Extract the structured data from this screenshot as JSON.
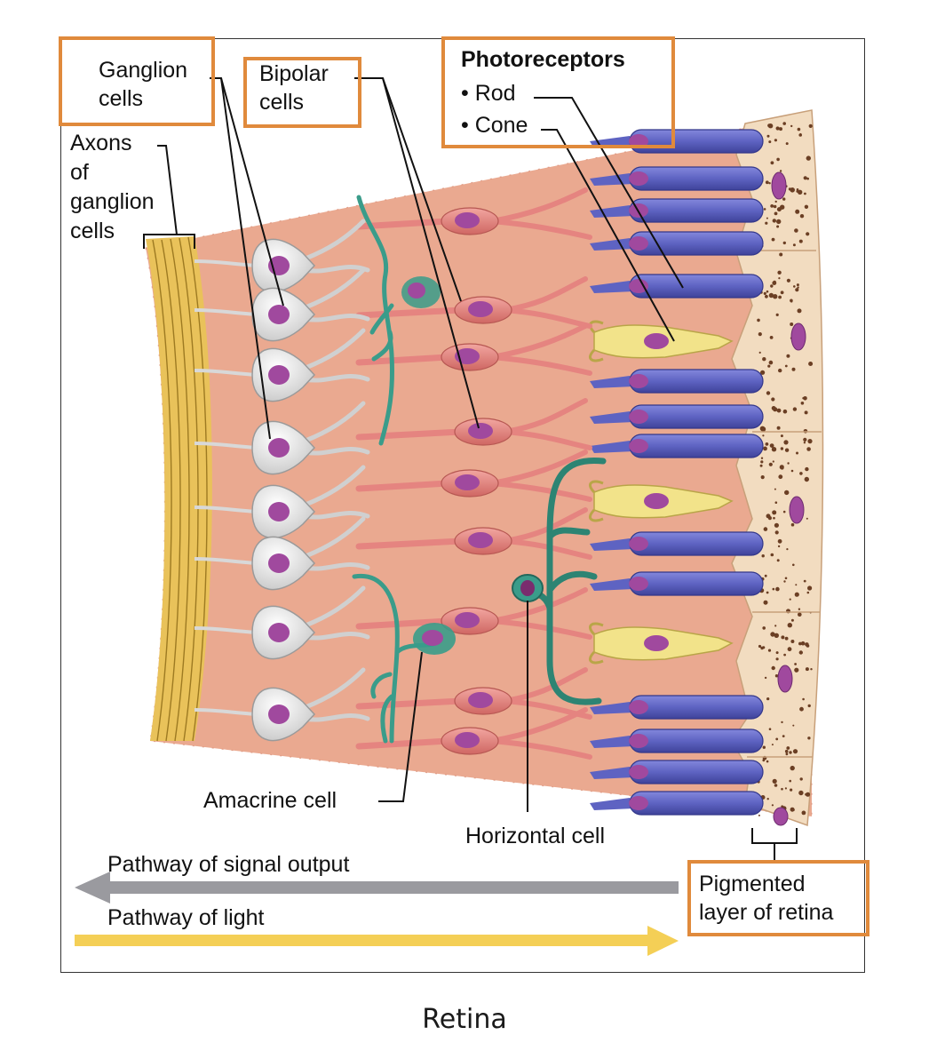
{
  "title": "Retina",
  "labels": {
    "ganglion_cells": [
      "Ganglion",
      "cells"
    ],
    "bipolar_cells": [
      "Bipolar",
      "cells"
    ],
    "photoreceptors": "Photoreceptors",
    "rod": "• Rod",
    "cone": "• Cone",
    "axons": [
      "Axons",
      "of",
      "ganglion",
      "cells"
    ],
    "amacrine_cell": "Amacrine cell",
    "horizontal_cell": "Horizontal cell",
    "pigmented_layer": [
      "Pigmented",
      "layer of retina"
    ],
    "signal_output": "Pathway of signal output",
    "light_pathway": "Pathway of light"
  },
  "colors": {
    "highlight_box": "#e08a3c",
    "tissue": "#eaa990",
    "axon_layer": "#e9c25a",
    "ganglion": "#e6e6e6",
    "bipolar": "#e58480",
    "rod": "#5e63c2",
    "cone": "#f2e38a",
    "horizontal_amacrine": "#3a9c8a",
    "nucleus": "#a0499e",
    "pigment_layer": "#f2dcc0",
    "output_arrow": "#9a9a9f",
    "light_arrow": "#f4cf56"
  }
}
